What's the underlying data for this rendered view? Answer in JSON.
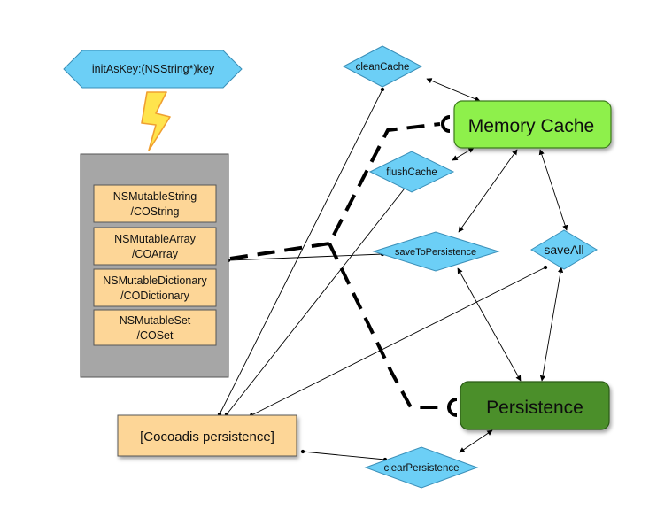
{
  "nodes": {
    "init_as_key": "initAsKey:(NSString*)key",
    "clean_cache": "cleanCache",
    "memory_cache": "Memory Cache",
    "flush_cache": "flushCache",
    "save_to_persistence": "saveToPersistence",
    "save_all": "saveAll",
    "persistence": "Persistence",
    "cocoadis_persistence": "[Cocoadis persistence]",
    "clear_persistence": "clearPersistence"
  },
  "class_group": {
    "items": [
      {
        "line1": "NSMutableString",
        "line2": "/COString"
      },
      {
        "line1": "NSMutableArray",
        "line2": "/COArray"
      },
      {
        "line1": "NSMutableDictionary",
        "line2": "/CODictionary"
      },
      {
        "line1": "NSMutableSet",
        "line2": "/COSet"
      }
    ]
  },
  "colors": {
    "diamond_fill": "#6ccff6",
    "memory_cache_fill": "#8ef04c",
    "persistence_fill": "#4b8f2c",
    "class_item_fill": "#fdd697",
    "group_fill": "#a6a6a6",
    "bolt_fill": "#ffe44d",
    "bolt_stroke": "#f0a030"
  }
}
